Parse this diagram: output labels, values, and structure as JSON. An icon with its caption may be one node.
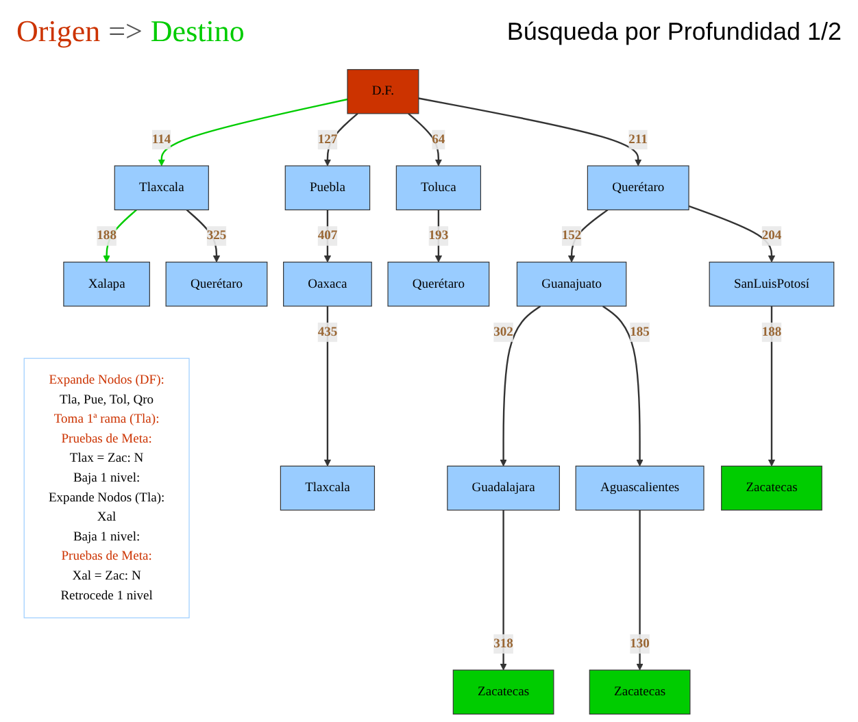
{
  "diagram": {
    "title": "Búsqueda por Profundidad 1/2",
    "nodes": [
      {
        "text": [
          "D.F."
        ]
      },
      {
        "text": [
          "Tlaxcala"
        ]
      },
      {
        "text": [
          "Puebla"
        ]
      },
      {
        "text": [
          "Toluca"
        ]
      },
      {
        "text": [
          "Querétaro"
        ]
      },
      {
        "text": [
          "Xalapa"
        ]
      },
      {
        "text": [
          "Querétaro"
        ]
      },
      {
        "text": [
          "Oaxaca"
        ]
      },
      {
        "text": [
          "Querétaro"
        ]
      },
      {
        "text": [
          "Guanajuato"
        ]
      },
      {
        "text": [
          "SanLuisPotosí"
        ]
      },
      {
        "text": [
          "Tlaxcala"
        ]
      },
      {
        "text": [
          "Guadalajara"
        ]
      },
      {
        "text": [
          "Aguascalientes"
        ]
      },
      {
        "text": [
          "Zacatecas"
        ]
      },
      {
        "text": [
          "Zacatecas"
        ]
      },
      {
        "text": [
          "Zacatecas"
        ]
      },
      {
        "text": [
          "Expande Nodos (DF):",
          "Tla, Pue, Tol, Qro",
          "Toma 1ª rama (Tla):",
          "Pruebas de Meta:",
          "Tlax = Zac:  N",
          "Baja 1 nivel:",
          "Expande Nodos (Tla):",
          "Xal",
          "Baja 1 nivel:",
          "Pruebas de Meta:",
          "Xal = Zac: N",
          "Retrocede 1 nivel"
        ]
      }
    ],
    "edges": [
      {
        "from": 0,
        "to": 1,
        "arrow": "to",
        "label": "114",
        "color": "#00cc00"
      },
      {
        "from": 0,
        "to": 2,
        "arrow": "to",
        "label": "127"
      },
      {
        "from": 0,
        "to": 3,
        "arrow": "to",
        "label": "64"
      },
      {
        "from": 0,
        "to": 4,
        "arrow": "to",
        "label": "211"
      },
      {
        "from": 1,
        "to": 5,
        "arrow": "to",
        "label": "188",
        "color": "#00cc00"
      },
      {
        "from": 1,
        "to": 6,
        "arrow": "to",
        "label": "325"
      },
      {
        "from": 2,
        "to": 7,
        "arrow": "to",
        "label": "407"
      },
      {
        "from": 3,
        "to": 8,
        "arrow": "to",
        "label": "193"
      },
      {
        "from": 4,
        "to": 9,
        "arrow": "to",
        "label": "152"
      },
      {
        "from": 4,
        "to": 10,
        "arrow": "to",
        "label": "204"
      },
      {
        "from": 7,
        "to": 11,
        "arrow": "to",
        "label": "435"
      },
      {
        "from": 9,
        "to": 12,
        "arrow": "to",
        "label": "302"
      },
      {
        "from": 9,
        "to": 13,
        "arrow": "to",
        "label": "185"
      },
      {
        "from": 10,
        "to": 14,
        "arrow": "to",
        "label": "188"
      },
      {
        "from": 12,
        "to": 15,
        "arrow": "to",
        "label": "318"
      },
      {
        "from": 13,
        "to": 16,
        "arrow": "to",
        "label": "130"
      }
    ],
    "labels": [
      "=>"
    ],
    "legend": [
      {
        "text": "Origen",
        "color": "#cc3300"
      },
      {
        "text": "Destino",
        "color": "#00cc00"
      }
    ]
  }
}
